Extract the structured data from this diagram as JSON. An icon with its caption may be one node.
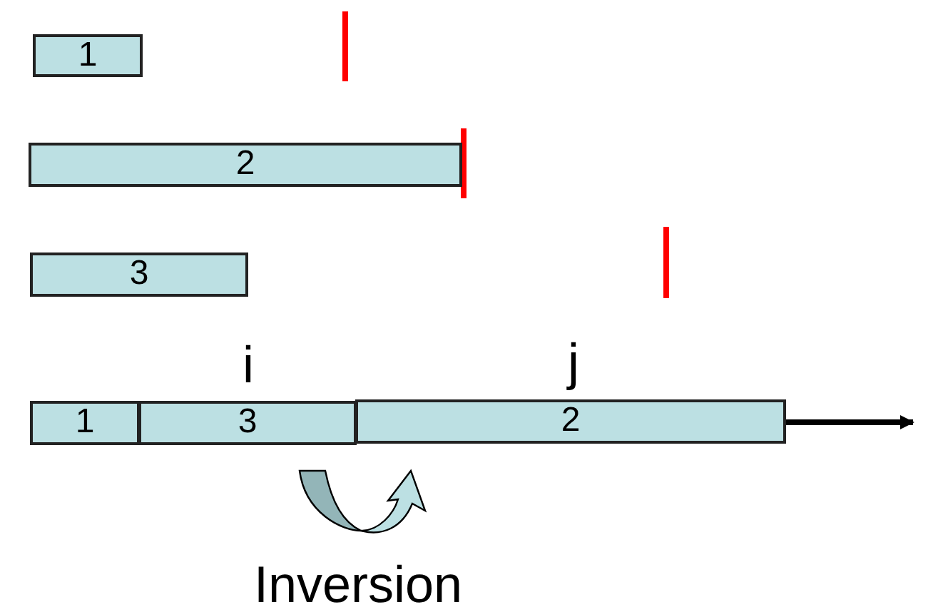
{
  "diagram": {
    "nodes": [
      {
        "text": [
          "1"
        ]
      },
      {
        "text": [
          "2"
        ]
      },
      {
        "text": [
          "3"
        ]
      },
      {
        "text": [
          "1"
        ]
      },
      {
        "text": [
          "3"
        ]
      },
      {
        "text": [
          "2"
        ]
      }
    ],
    "labels": [
      "i",
      "j",
      "Inversion"
    ]
  }
}
